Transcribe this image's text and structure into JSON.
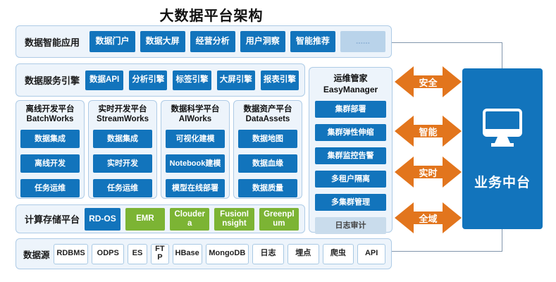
{
  "title": "大数据平台架构",
  "colors": {
    "primary_blue": "#1274bc",
    "green": "#7cb434",
    "orange": "#e2751d",
    "panel_bg": "#edf4fb",
    "panel_border": "#aecbe6",
    "connector": "#8296ac"
  },
  "app_layer": {
    "label": "数据智能应用",
    "items": [
      "数据门户",
      "数据大屏",
      "经营分析",
      "用户洞察",
      "智能推荐"
    ],
    "more": "......"
  },
  "service_layer": {
    "label": "数据服务引擎",
    "items": [
      "数据API",
      "分析引擎",
      "标签引擎",
      "大屏引擎",
      "报表引擎"
    ]
  },
  "platforms": [
    {
      "title": "离线开发平台",
      "subtitle": "BatchWorks",
      "items": [
        "数据集成",
        "离线开发",
        "任务运维"
      ]
    },
    {
      "title": "实时开发平台",
      "subtitle": "StreamWorks",
      "items": [
        "数据集成",
        "实时开发",
        "任务运维"
      ]
    },
    {
      "title": "数据科学平台",
      "subtitle": "AIWorks",
      "items": [
        "可视化建模",
        "Notebook建模",
        "模型在线部署"
      ]
    },
    {
      "title": "数据资产平台",
      "subtitle": "DataAssets",
      "items": [
        "数据地图",
        "数据血缘",
        "数据质量"
      ]
    }
  ],
  "easymanager": {
    "title": "运维管家",
    "subtitle": "EasyManager",
    "items": [
      "集群部署",
      "集群弹性伸缩",
      "集群监控告警",
      "多租户隔离",
      "多集群管理"
    ],
    "footer_item": "日志审计"
  },
  "compute_layer": {
    "label": "计算存储平台",
    "primary_item": "RD-OS",
    "items": [
      "EMR",
      "Cloudera",
      "FusionInsight",
      "Greenplum"
    ]
  },
  "datasources": {
    "label": "数据源",
    "items": [
      "RDBMS",
      "ODPS",
      "ES",
      "FTP",
      "HBase",
      "MongoDB",
      "日志",
      "埋点",
      "爬虫",
      "API"
    ]
  },
  "arrows": [
    "安全",
    "智能",
    "实时",
    "全域"
  ],
  "business_center": {
    "label": "业务中台",
    "icon": "monitor-icon"
  }
}
